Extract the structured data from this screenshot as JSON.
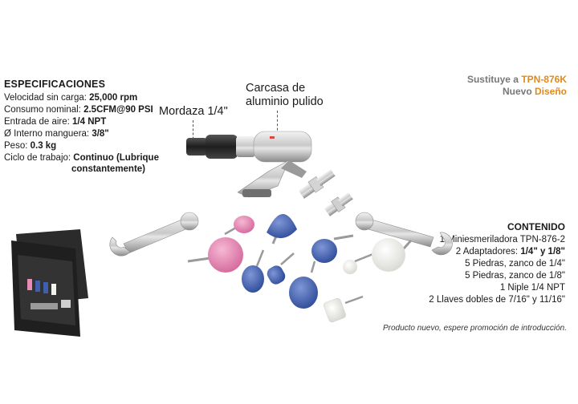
{
  "specs": {
    "title": "ESPECIFICACIONES",
    "lines": [
      {
        "label": "Velocidad sin carga: ",
        "value": "25,000 rpm"
      },
      {
        "label": "Consumo nominal: ",
        "value": "2.5CFM@90 PSI"
      },
      {
        "label": "Entrada de aire: ",
        "value": "1/4 NPT"
      },
      {
        "label": "Ø Interno manguera: ",
        "value": "3/8\""
      },
      {
        "label": "Peso: ",
        "value": "0.3 kg"
      },
      {
        "label": "Ciclo de trabajo: ",
        "value": "Continuo (Lubrique"
      }
    ],
    "continuation": "constantemente)"
  },
  "callouts": {
    "mordaza": "Mordaza 1/4\"",
    "carcasa_1": "Carcasa de",
    "carcasa_2": "aluminio pulido"
  },
  "replacement": {
    "prefix": "Sustituye a ",
    "model": "TPN-876K",
    "line2_a": "Nuevo ",
    "line2_b": "Diseño"
  },
  "contents": {
    "title": "CONTENIDO",
    "items": [
      {
        "text": "1 Miniesmeriladora TPN-876-2",
        "bold": ""
      },
      {
        "text": "2 Adaptadores: ",
        "bold": "1/4\" y 1/8\""
      },
      {
        "text": "5 Piedras, zanco de 1/4\"",
        "bold": ""
      },
      {
        "text": "5 Piedras, zanco de 1/8\"",
        "bold": ""
      },
      {
        "text": "1 Niple 1/4 NPT",
        "bold": ""
      },
      {
        "text": "2 Llaves dobles de  7/16\" y 11/16\"",
        "bold": ""
      }
    ]
  },
  "footnote": "Producto nuevo, espere promoción de introducción.",
  "colors": {
    "accent": "#e08a1e",
    "stone_blue": "#3f5fae",
    "stone_pink": "#e68cb6",
    "stone_white": "#f2f2ef",
    "case": "#2b2b2b"
  }
}
